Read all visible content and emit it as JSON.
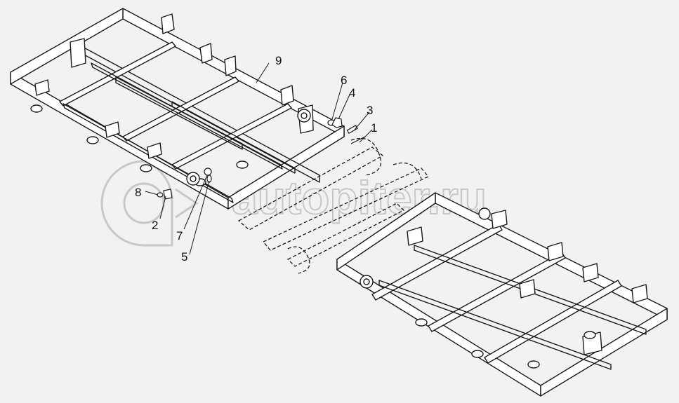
{
  "watermark": {
    "text": "autopiter.ru",
    "logo": "a-circle-logo"
  },
  "callouts": [
    {
      "id": "9",
      "label": "9"
    },
    {
      "id": "6",
      "label": "6"
    },
    {
      "id": "4",
      "label": "4"
    },
    {
      "id": "3",
      "label": "3"
    },
    {
      "id": "1",
      "label": "1"
    },
    {
      "id": "8",
      "label": "8"
    },
    {
      "id": "2",
      "label": "2"
    },
    {
      "id": "7",
      "label": "7"
    },
    {
      "id": "5",
      "label": "5"
    }
  ],
  "colors": {
    "background": "#f2f2f2",
    "lines": "#1a1a1a",
    "watermark": "#c8c8c8"
  }
}
